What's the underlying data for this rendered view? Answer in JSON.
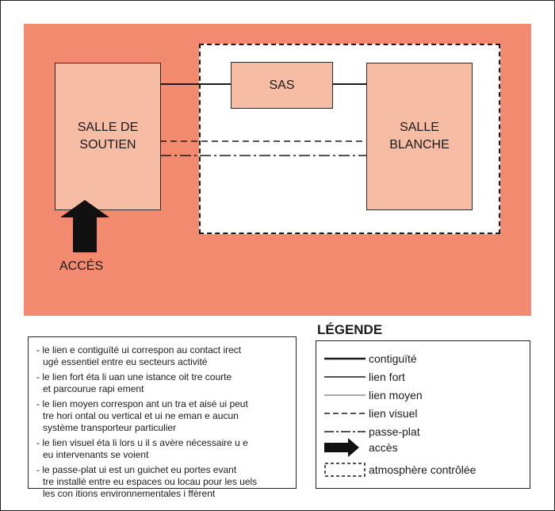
{
  "rooms": {
    "support": "SALLE DE\nSOUTIEN",
    "sas": "SAS",
    "clean": "SALLE\nBLANCHE"
  },
  "access_label": "ACCÉS",
  "legend": {
    "title": "LÉGENDE",
    "items": [
      {
        "label": "contiguïté",
        "style": "thick-solid"
      },
      {
        "label": "lien fort",
        "style": "solid"
      },
      {
        "label": "lien moyen",
        "style": "thin-solid"
      },
      {
        "label": "lien visuel",
        "style": "dashed"
      },
      {
        "label": "passe-plat",
        "style": "dash-dot"
      },
      {
        "label": "accès",
        "style": "arrow"
      },
      {
        "label": "atmosphère contrôlée",
        "style": "dashed-box"
      }
    ]
  },
  "explanations": [
    "- le lien  e contiguïté  ui correspon au contact  irect\nugé essentiel entre  eu  secteurs  activité",
    "- le lien fort éta li  uan  une  istance  oit  tre courte\net parcourue rapi ement",
    "- le lien moyen  correspon ant   un tra et aisé  ui peut\ntre hori ontal ou vertical et  ui ne  eman e aucun\nsystème transporteur particulier",
    "- le lien visuel  éta li lors u il s avère nécessaire  u   e\neu  intervenants se voient",
    "- le passe-plat   ui est un guichet    eu  portes  evant\ntre installé entre  eu  espaces ou locau  pour les uels\nles con itions environnementales   i  ffèrent"
  ],
  "colors": {
    "zone": "#f18a6e",
    "room": "#f7bca4",
    "line": "#1a1a1a"
  }
}
